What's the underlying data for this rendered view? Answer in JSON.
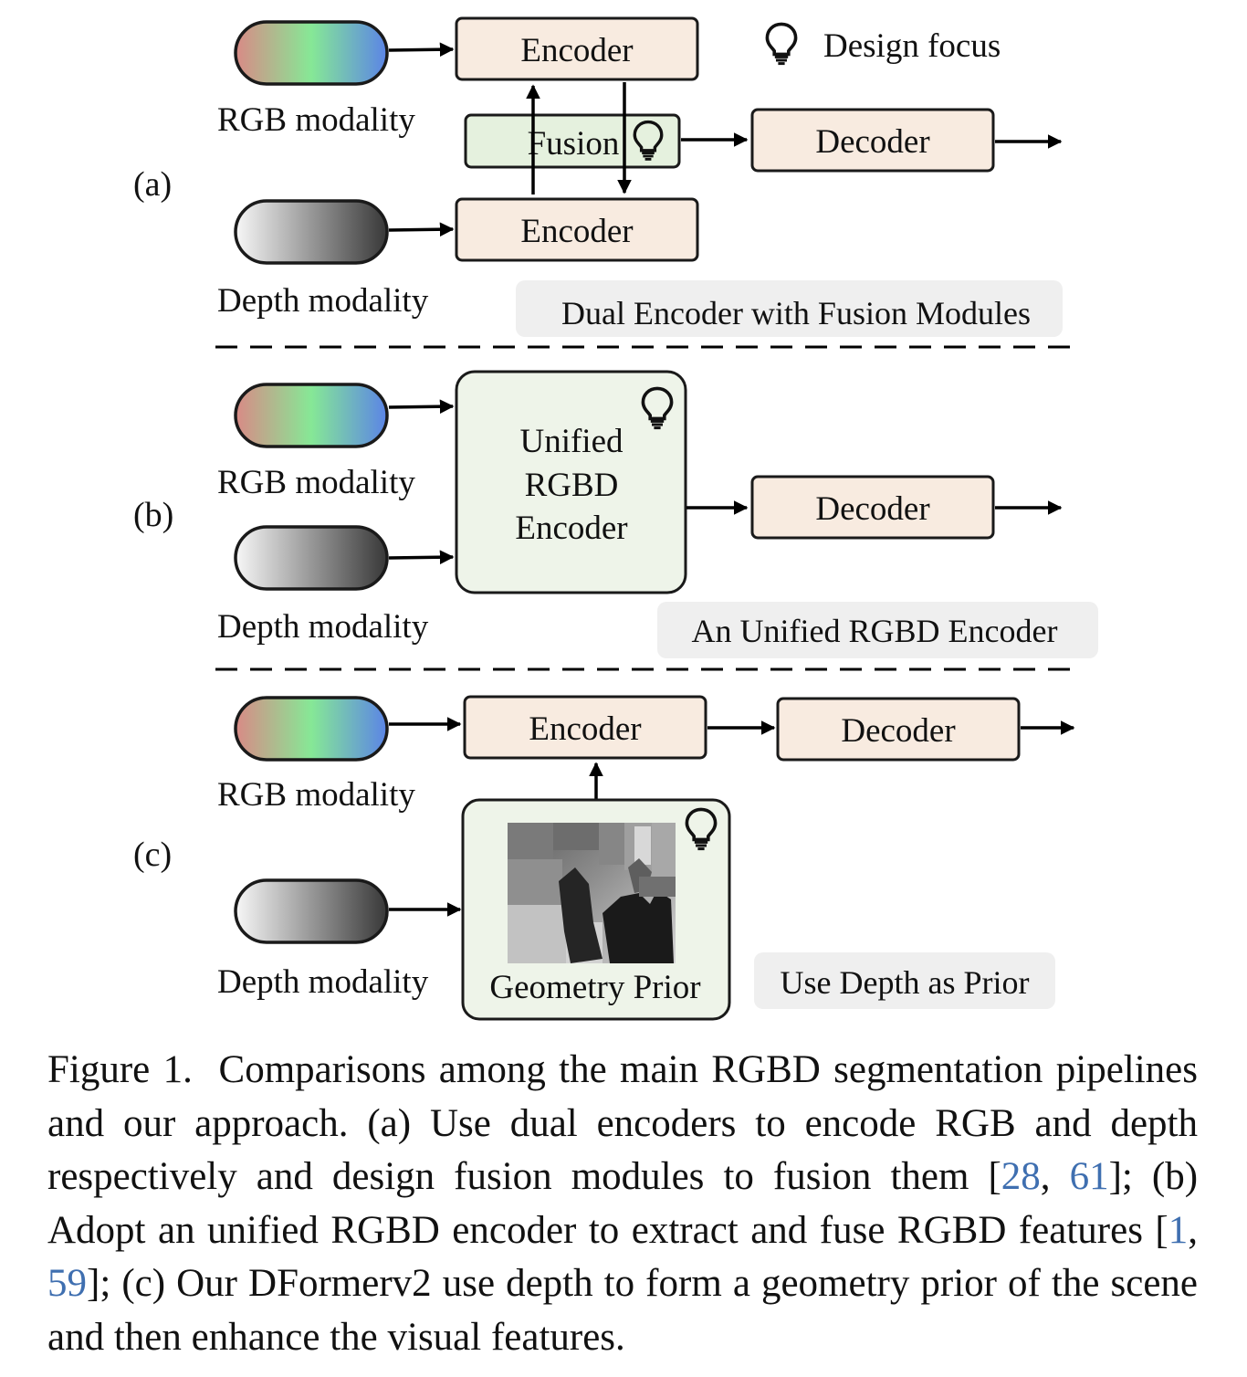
{
  "legend": {
    "design_focus": "Design focus"
  },
  "panel_a": {
    "label": "(a)",
    "rgb_label": "RGB modality",
    "depth_label": "Depth modality",
    "encoder_top": "Encoder",
    "encoder_bottom": "Encoder",
    "fusion": "Fusion",
    "decoder": "Decoder",
    "tag": "Dual Encoder with Fusion Modules"
  },
  "panel_b": {
    "label": "(b)",
    "rgb_label": "RGB modality",
    "depth_label": "Depth modality",
    "unified_line1": "Unified",
    "unified_line2": "RGBD",
    "unified_line3": "Encoder",
    "decoder": "Decoder",
    "tag": "An Unified RGBD Encoder"
  },
  "panel_c": {
    "label": "(c)",
    "rgb_label": "RGB modality",
    "depth_label": "Depth modality",
    "encoder": "Encoder",
    "decoder": "Decoder",
    "geometry_prior": "Geometry Prior",
    "tag": "Use Depth as Prior"
  },
  "caption": {
    "prefix": "Figure 1.",
    "text1": "Comparisons among the main RGBD segmentation pipelines and our approach. (a) Use dual encoders to encode RGB and depth respectively and design fusion modules to fusion them [",
    "ref1": "28",
    "sep1": ", ",
    "ref2": "61",
    "text2": "]; (b) Adopt an unified RGBD encoder to extract and fuse RGBD features [",
    "ref3": "1",
    "sep2": ", ",
    "ref4": "59",
    "text3": "]; (c) Our DFormerv2 use depth to form a geometry prior of the scene and then enhance the visual features."
  },
  "colors": {
    "encoder_fill": "#f8ebe0",
    "fusion_fill": "#e5f1de",
    "unified_fill": "#eef4e9",
    "tag_fill": "#efefef",
    "rgb_gradient": [
      "#d98a86",
      "#86e896",
      "#5b84e6"
    ],
    "depth_gradient": [
      "#f5f5f5",
      "#3b3b3b"
    ],
    "reference_link": "#3f6fb0"
  }
}
